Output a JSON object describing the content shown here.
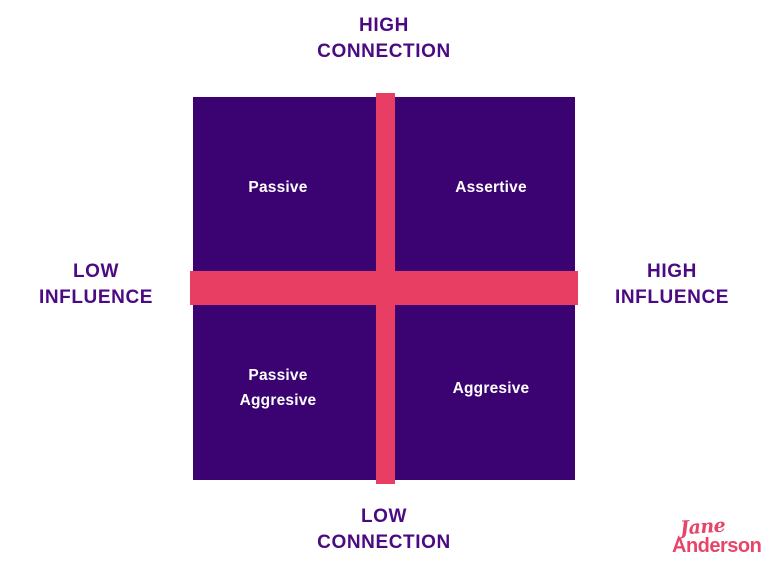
{
  "theme": {
    "background": "#ffffff",
    "matrix_fill": "#3B0272",
    "cross_color": "#E83E63",
    "axis_label_color": "#4B0A82",
    "quadrant_label_color": "#ffffff",
    "logo_color": "#E8446A"
  },
  "axes": {
    "top": "HIGH\nCONNECTION",
    "bottom": "LOW\nCONNECTION",
    "left": "LOW\nINFLUENCE",
    "right": "HIGH\nINFLUENCE"
  },
  "quadrants": [
    {
      "id": "passive",
      "label": "Passive",
      "position": "top-left"
    },
    {
      "id": "assertive",
      "label": "Assertive",
      "position": "top-right"
    },
    {
      "id": "passive-aggressive",
      "label": "Passive\nAggresive",
      "position": "bottom-left"
    },
    {
      "id": "aggressive",
      "label": "Aggresive",
      "position": "bottom-right"
    }
  ],
  "logo": {
    "script": "Jane",
    "word": "Anderson"
  }
}
